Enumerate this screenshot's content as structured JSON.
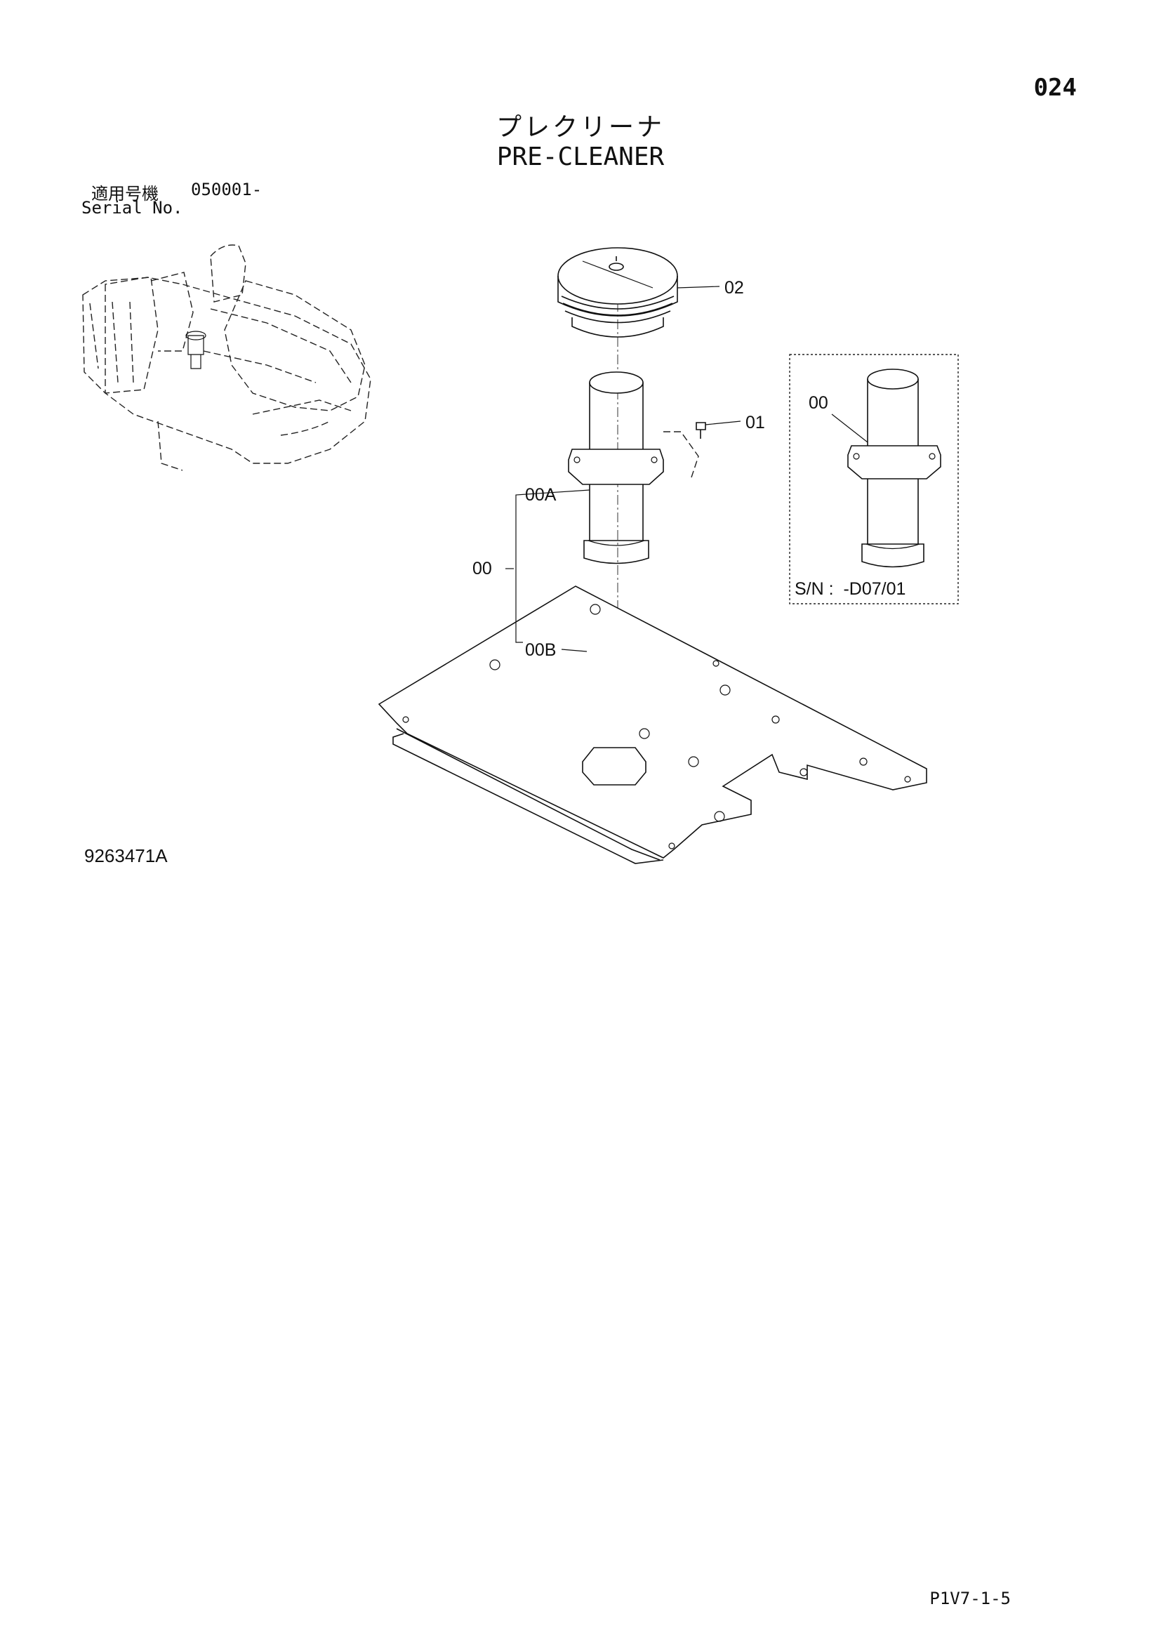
{
  "page": {
    "number": "024",
    "title_ja": "プレクリーナ",
    "title_en": "PRE-CLEANER",
    "serial_label_ja": "適用号機",
    "serial_value": "050001-",
    "serial_label_en": "Serial No.",
    "drawing_number": "9263471A",
    "page_code": "P1V7-1-5"
  },
  "callouts": {
    "cover": "02",
    "bolt": "01",
    "pipe_assembly": "00",
    "pipe_upper": "00A",
    "pipe_lower": "00B",
    "inset_pipe": "00",
    "inset_serial": "S/N :  -D07/01"
  }
}
